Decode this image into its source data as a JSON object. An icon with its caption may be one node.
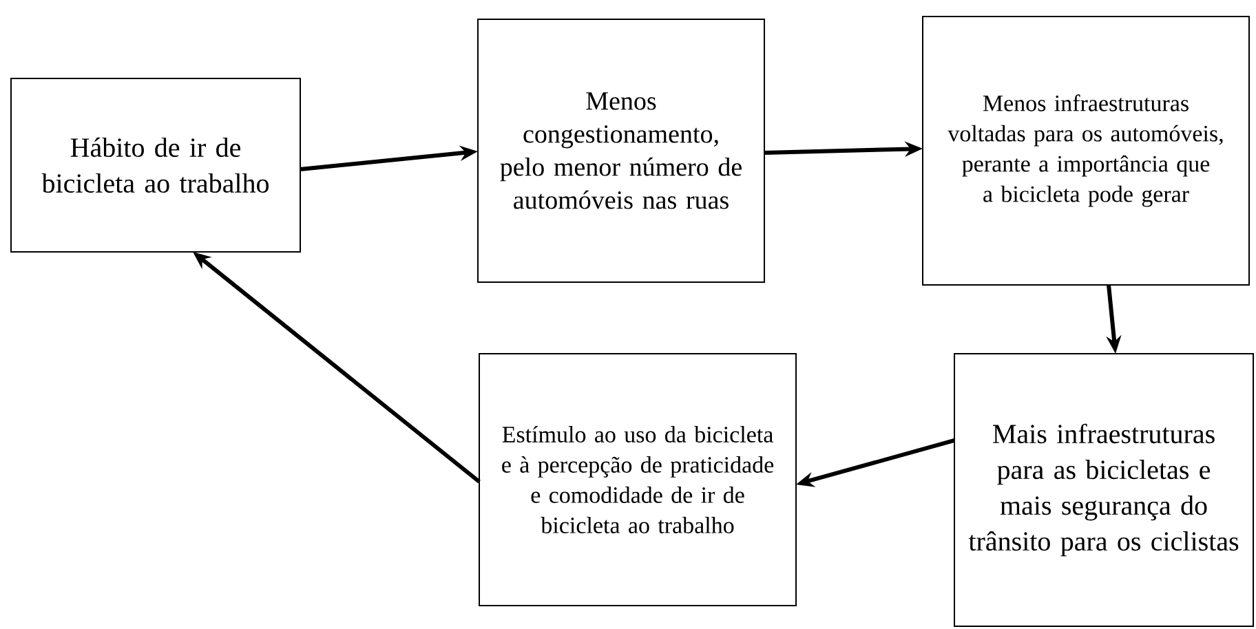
{
  "diagram": {
    "nodes": [
      {
        "text": [
          "Hábito de ir de bicicleta ao trabalho"
        ]
      },
      {
        "text": [
          "Menos congestionamento, pelo menor número de automóveis nas ruas"
        ]
      },
      {
        "text": [
          "Menos infraestruturas voltadas para os automóveis, perante a importância que a bicicleta pode gerar"
        ]
      },
      {
        "text": [
          "Estímulo ao uso da bicicleta e à percepção de praticidade e comodidade de ir de bicicleta ao trabalho"
        ]
      },
      {
        "text": [
          "Mais infraestruturas para as bicicletas e mais segurança do trânsito para os ciclistas"
        ]
      }
    ],
    "edges": [
      {
        "from": 0,
        "to": 1,
        "arrow": "to"
      },
      {
        "from": 1,
        "to": 2,
        "arrow": "to"
      },
      {
        "from": 2,
        "to": 4,
        "arrow": "to"
      },
      {
        "from": 4,
        "to": 3,
        "arrow": "to"
      },
      {
        "from": 3,
        "to": 0,
        "arrow": "to"
      }
    ]
  }
}
